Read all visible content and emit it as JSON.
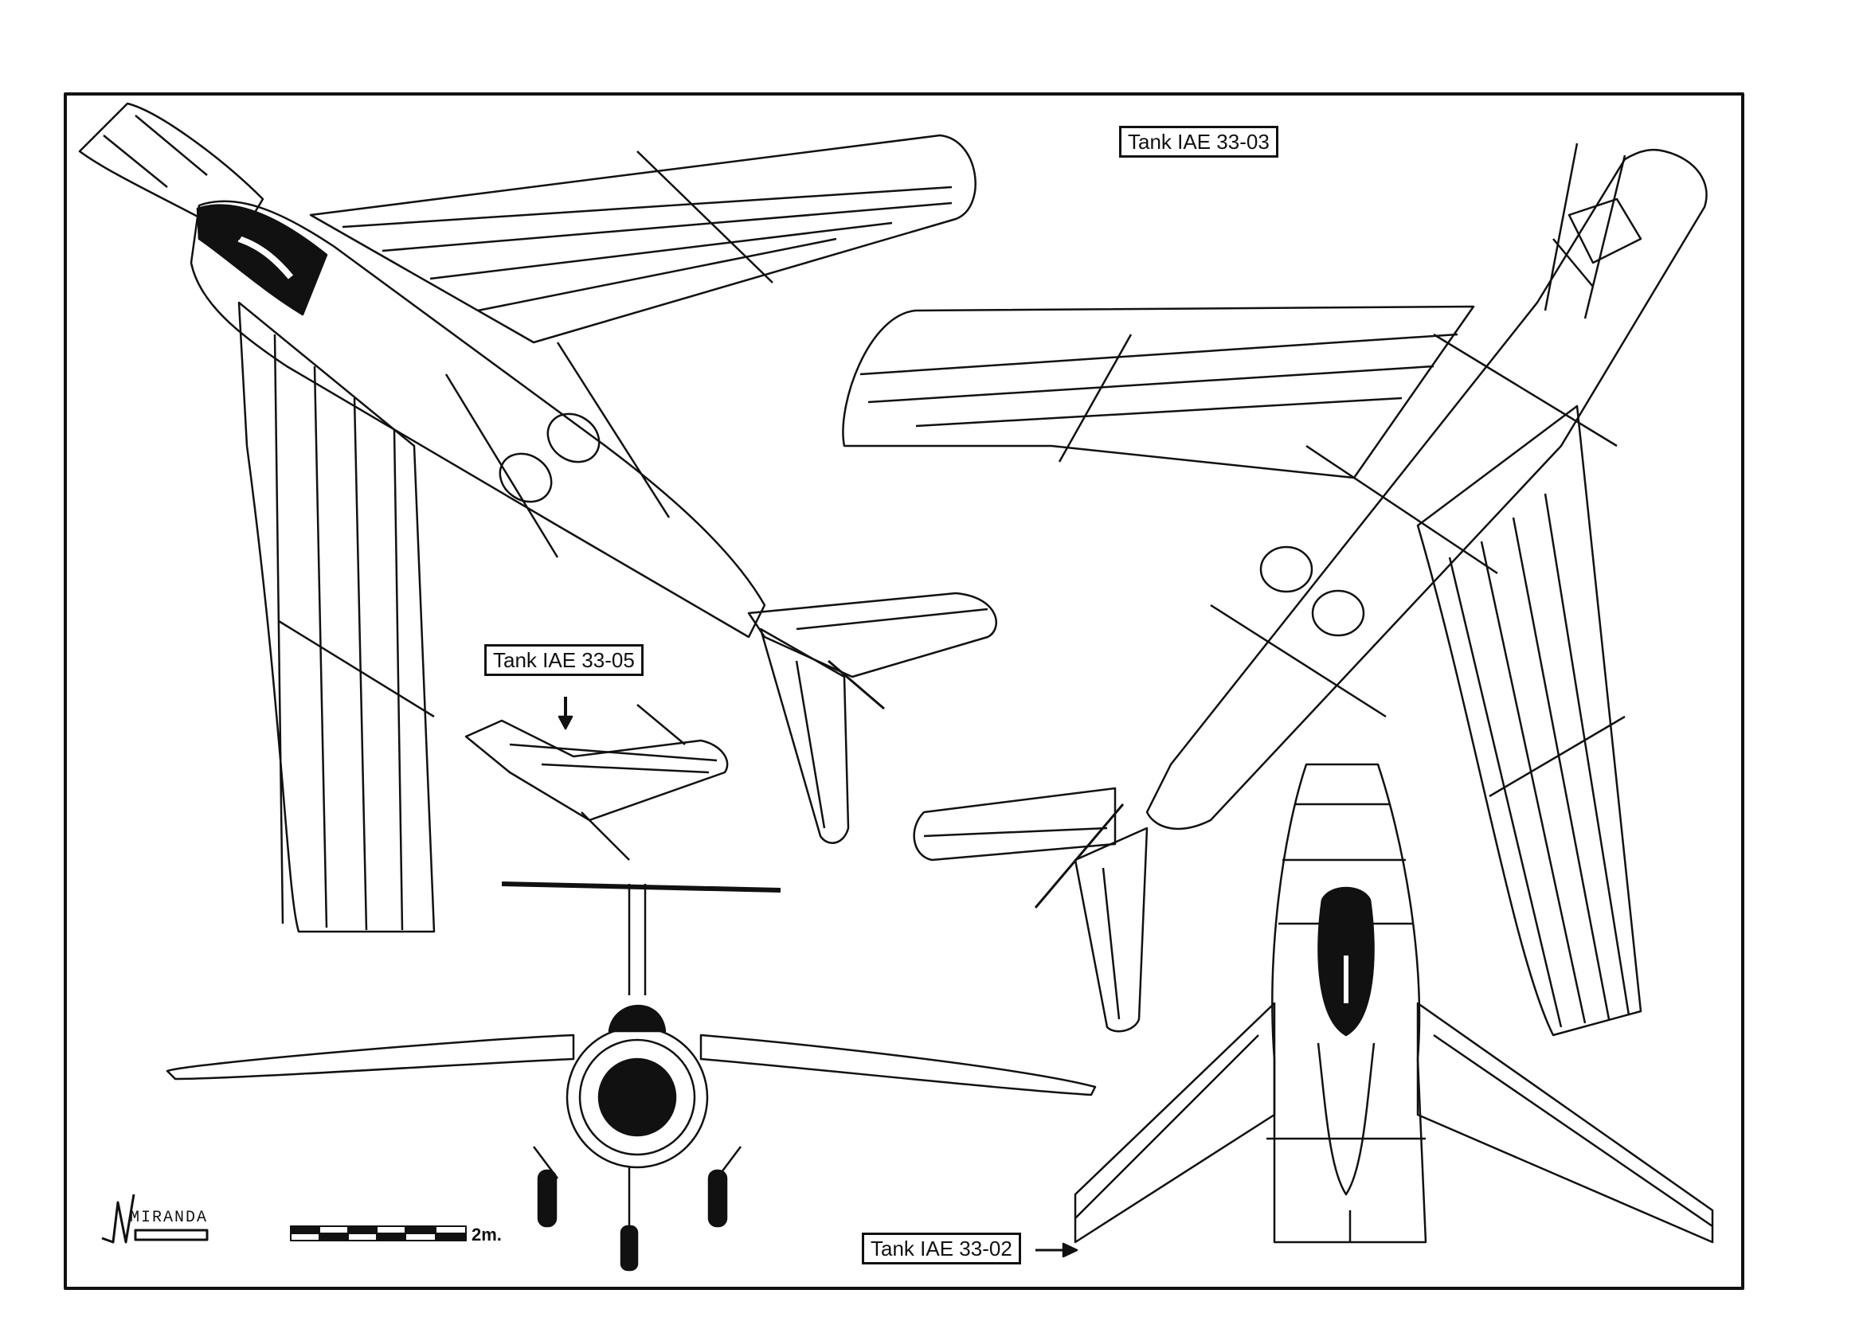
{
  "labels": {
    "tank_03": "Tank IAE 33-03",
    "tank_05": "Tank IAE 33-05",
    "tank_02": "Tank IAE 33-02"
  },
  "scale": {
    "text": "2m."
  },
  "logo": {
    "text": "MIRANDA"
  },
  "colors": {
    "line": "#111111",
    "paper": "#ffffff"
  }
}
